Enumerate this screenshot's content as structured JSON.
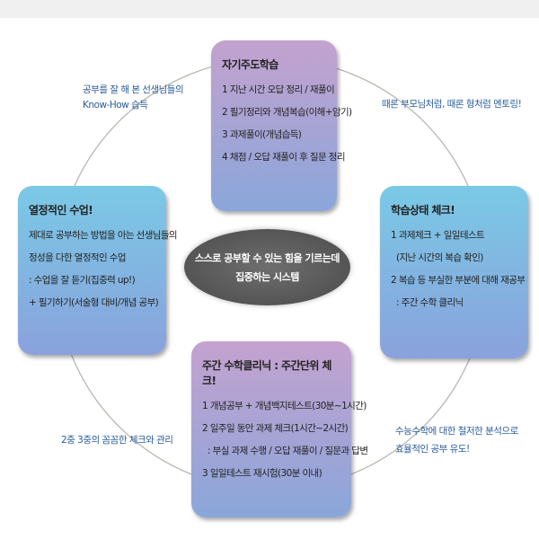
{
  "center": {
    "lines": [
      "스스로 공부할 수 있는 힘을 기르는데",
      "집중하는 시스템"
    ]
  },
  "top_box": {
    "title": "자기주도학습",
    "lines": [
      "1 지난 시간 오답 정리 / 재풀이",
      "2 필기정리와 개념복습(이해+암기)",
      "3 과제풀이(개념습득)",
      "4 채점 / 오답 재풀이 후 질문 정리"
    ]
  },
  "left_box": {
    "title": "열정적인 수업!",
    "lines": [
      "제대로 공부하는 방법을 아는 선생님들의",
      "정성을 다한 열정적인 수업",
      ": 수업을 잘 듣기(집중력 up!)",
      "+ 필기하기(서술형 대비/개념 공부)"
    ]
  },
  "right_box": {
    "title": "학습상태 체크!",
    "lines": [
      "1 과제체크 + 일일테스트",
      "(지난 시간의 복습 확인)",
      "2 복습 등 부실한 부분에 대해 재공부",
      ": 주간 수학 클리닉"
    ]
  },
  "bottom_box": {
    "title": "주간 수학클리닉 : 주간단위 체크!",
    "lines": [
      "1 개념공부 + 개념백지테스트(30분~1시간)",
      "2 일주일 동안 과제 체크(1시간~2시간)",
      ": 부실 과제 수행 / 오답 재풀이 / 질문과 답변",
      "3 일일테스트 재시험(30분 이내)"
    ]
  },
  "notes": {
    "top_left": [
      "공부를 잘 해 본 선생님들의",
      "Know-How 습득"
    ],
    "top_right": [
      "때론 부모님처럼, 때론 형처럼 멘토링!"
    ],
    "bottom_left": [
      "2중 3중의 꼼꼼한 체크와 관리"
    ],
    "bottom_right": [
      "수능수학에 대한 철저한 분석으로",
      "효율적인 공부 유도!"
    ]
  }
}
